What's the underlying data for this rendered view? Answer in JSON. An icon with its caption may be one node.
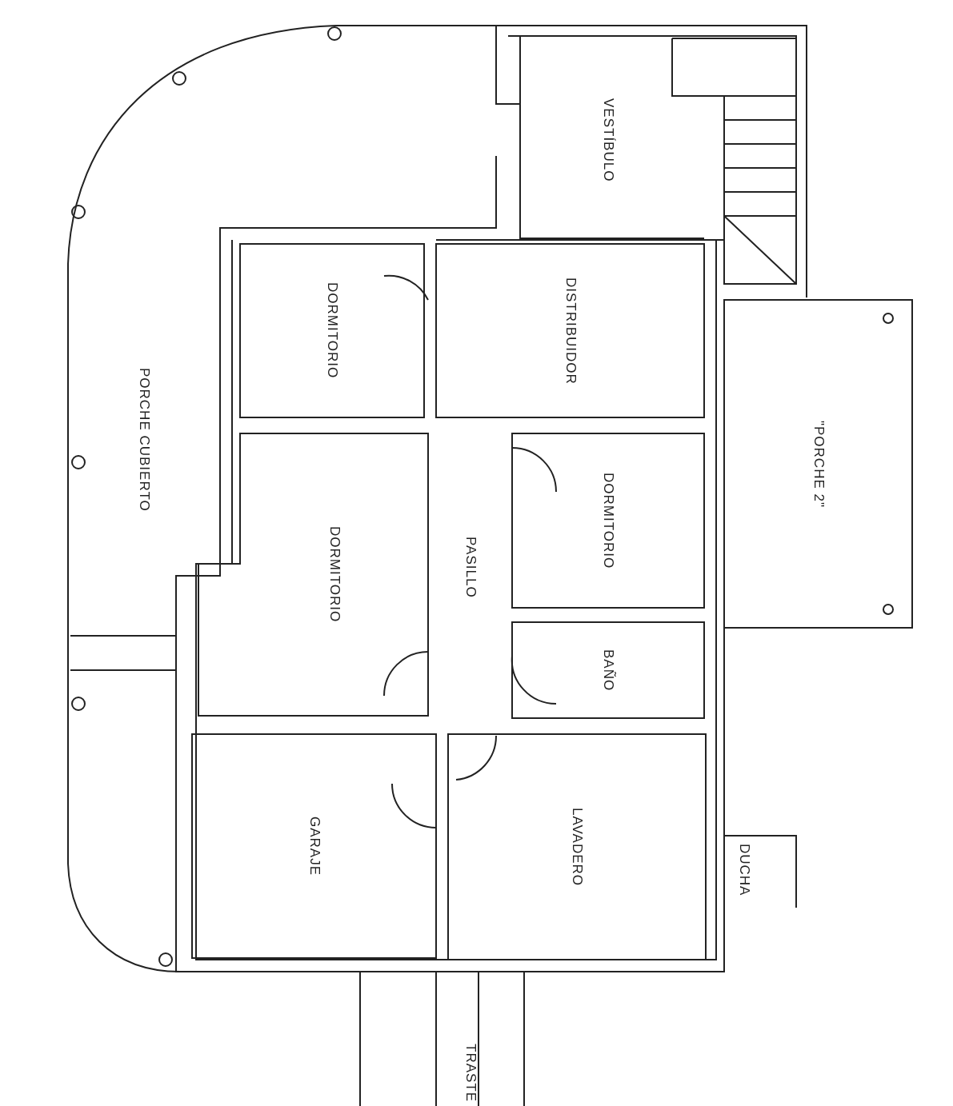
{
  "diagram": {
    "nodes": [
      {
        "text": [
          "VESTÍBULO"
        ]
      },
      {
        "text": [
          "PORCHE CUBIERTO"
        ]
      },
      {
        "text": [
          "DORMITORIO"
        ]
      },
      {
        "text": [
          "DISTRIBUIDOR"
        ]
      },
      {
        "text": [
          "\"PORCHE 2\""
        ]
      },
      {
        "text": [
          "DORMITORIO"
        ]
      },
      {
        "text": [
          "PASILLO"
        ]
      },
      {
        "text": [
          "DORMITORIO"
        ]
      },
      {
        "text": [
          "BAÑO"
        ]
      },
      {
        "text": [
          "GARAJE"
        ]
      },
      {
        "text": [
          "LAVADERO"
        ]
      }
    ],
    "edges": [],
    "labels": [
      "DUCHA",
      "TRASTE"
    ]
  }
}
